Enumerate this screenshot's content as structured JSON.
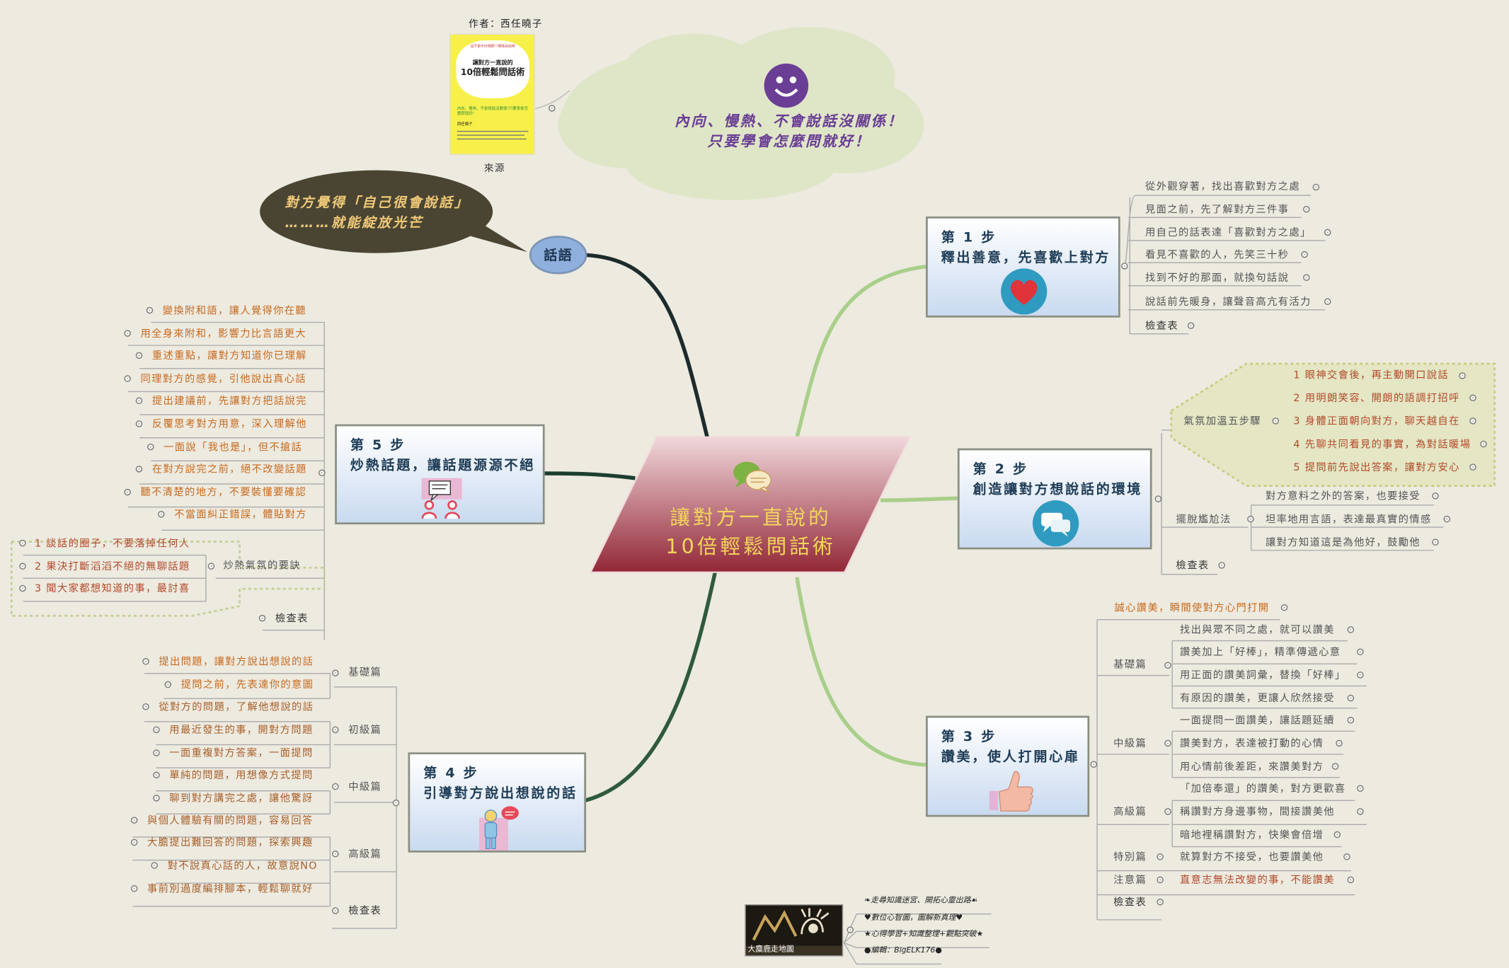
{
  "colors": {
    "background": "#edeae0",
    "center_fill": "#9b2f3c",
    "center_text": "#f3d65a",
    "step_title": "#1f3d57",
    "item_orange": "#c86a1e",
    "cloud": "#dfe6c8",
    "speech": "#4a4533",
    "emoji": "#6b3e96"
  },
  "author": "作者：西任曉子",
  "source_label": "來源",
  "book_cover": {
    "top": "這不是天份問題!!!隨性說話術",
    "title_line1": "讓對方一直說的",
    "title_line2": "10倍輕鬆問話術",
    "sub": "內向、慢熱、不會說話沒關係!只要學會怎麼問就好!",
    "author": "西任曉子"
  },
  "cloud": {
    "line1": "內向、慢熱、不會說話沒關係！",
    "line2": "只要學會怎麼問就好！",
    "icon": "smile-emoji-icon"
  },
  "speech": {
    "line1": "對方覺得「自己很會說話」",
    "line2": "………就能綻放光芒"
  },
  "talk_node": "話語",
  "center": {
    "line1": "讓對方一直說的",
    "line2": "10倍輕鬆問話術",
    "icon": "chat-bubbles-icon"
  },
  "step1": {
    "title1": "第 1 步",
    "title2": "釋出善意，先喜歡上對方",
    "icon": "heart-icon",
    "items": [
      "從外觀穿著，找出喜歡對方之處",
      "見面之前，先了解對方三件事",
      "用自己的話表達「喜歡對方之處」",
      "看見不喜歡的人，先笑三十秒",
      "找到不好的那面，就換句話說",
      "說話前先暖身，讓聲音高亢有活力",
      "檢查表"
    ]
  },
  "step2": {
    "title1": "第 2 步",
    "title2": "創造讓對方想說話的環境",
    "icon": "speech-bubbles-icon",
    "group1": "氣氛加溫五步驟",
    "group1_items": [
      "1 眼神交會後，再主動開口說話",
      "2 用明朗笑容、開朗的語調打招呼",
      "3 身體正面朝向對方，聊天越自在",
      "4 先聊共同看見的事實，為對話暖場",
      "5 提問前先說出答案，讓對方安心"
    ],
    "group2": "擺脫尷尬法",
    "group2_items": [
      "對方意料之外的答案，也要接受",
      "坦率地用言語，表達最真實的情感",
      "讓對方知道這是為他好，鼓勵他"
    ],
    "check": "檢查表"
  },
  "step3": {
    "title1": "第 3 步",
    "title2": "讚美，使人打開心扉",
    "icon": "thumbs-up-icon",
    "top": "誠心讚美，瞬間使對方心門打開",
    "basic": "基礎篇",
    "basic_items": [
      "找出與眾不同之處，就可以讚美",
      "讚美加上「好棒」，精準傳遞心意",
      "用正面的讚美詞彙，替換「好棒」",
      "有原因的讚美，更讓人欣然接受"
    ],
    "mid": "中級篇",
    "mid_items": [
      "一面提問一面讚美，讓話題延續",
      "讚美對方，表達被打動的心情",
      "用心情前後差距，來讚美對方"
    ],
    "high": "高級篇",
    "high_items": [
      "「加倍奉還」的讚美，對方更歡喜",
      "稱讚對方身邊事物，間接讚美他",
      "暗地裡稱讚對方，快樂會倍增"
    ],
    "special": "特別篇",
    "special_item": "就算對方不接受，也要讚美他",
    "note": "注意篇",
    "note_item": "直意志無法改變的事，不能讚美",
    "check": "檢查表"
  },
  "step4": {
    "title1": "第 4 步",
    "title2": "引導對方說出想說的話",
    "icon": "person-speech-icon",
    "basic": "基礎篇",
    "basic_items": [
      "提出問題，讓對方說出想說的話",
      "提問之前，先表達你的意圖"
    ],
    "mid1": "初級篇",
    "mid1_items": [
      "從對方的問題，了解他想說的話",
      "用最近發生的事，開對方問題",
      "一面重複對方答案，一面提問"
    ],
    "mid2": "中級篇",
    "mid2_items": [
      "單純的問題，用想像方式提問",
      "聊到對方講完之處，讓他驚訝"
    ],
    "high": "高級篇",
    "high_items": [
      "與個人體驗有關的問題，容易回答",
      "大膽提出難回答的問題，探索興趣",
      "對不說真心話的人，故意說NO",
      "事前別過度編排腳本，輕鬆聊就好"
    ],
    "check": "檢查表"
  },
  "step5": {
    "title1": "第 5 步",
    "title2": "炒熱話題，讓話題源源不絕",
    "icon": "two-people-chat-icon",
    "items": [
      "變換附和語，讓人覺得你在聽",
      "用全身來附和，影響力比言語更大",
      "重述重點，讓對方知道你已理解",
      "同理對方的感覺，引他說出真心話",
      "提出建議前，先讓對方把話說完",
      "反覆思考對方用意，深入理解他",
      "一面說「我也是」，但不搶話",
      "在對方說完之前，絕不改變話題",
      "聽不清楚的地方，不要裝懂要確認",
      "不當面糾正錯誤，體貼對方"
    ],
    "group": "炒熱氣氛的要訣",
    "group_items": [
      "1 談話的圈子，不要落掉任何人",
      "2 果決打斷滔滔不絕的無聊話題",
      "3 聞大家都想知道的事，最討喜"
    ],
    "check": "檢查表"
  },
  "footer": {
    "logo_caption": "大麋鹿走地圖",
    "lines": [
      "❧走尋知識迷宮、開拓心靈出路☙",
      "♥數位心智圖，圖解新真理♥",
      "★心得學習+知識整理+觀點突破★",
      "●編輯：BigELK176●"
    ]
  }
}
